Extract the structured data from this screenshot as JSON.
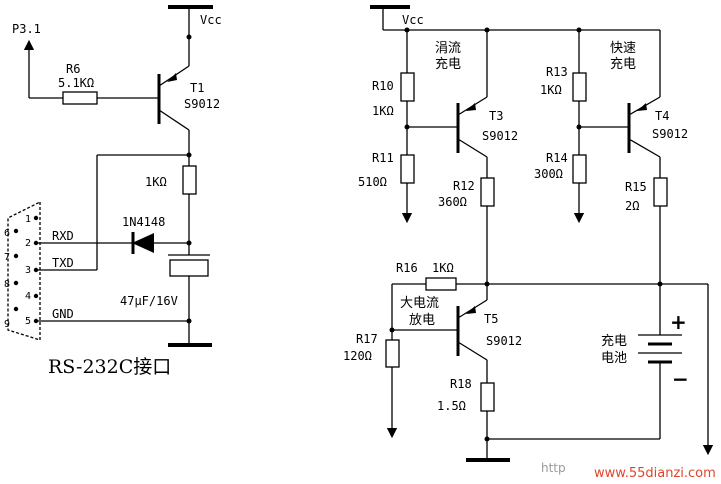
{
  "left": {
    "p31": "P3.1",
    "r6": "R6",
    "r6_val": "5.1KΩ",
    "t1": "T1",
    "t1_type": "S9012",
    "vcc": "Vcc",
    "r_1k": "1KΩ",
    "diode": "1N4148",
    "cap": "47μF/16V",
    "rxd": "RXD",
    "txd": "TXD",
    "gnd": "GND",
    "pins": [
      "1",
      "6",
      "2",
      "7",
      "3",
      "8",
      "4",
      "9",
      "5"
    ],
    "title": "RS-232C接口"
  },
  "right": {
    "vcc": "Vcc",
    "trickle_1": "涓流",
    "trickle_2": "充电",
    "fast_1": "快速",
    "fast_2": "充电",
    "r10": "R10",
    "r10_val": "1KΩ",
    "r11": "R11",
    "r11_val": "510Ω",
    "r12": "R12",
    "r12_val": "360Ω",
    "t3": "T3",
    "t3_type": "S9012",
    "r13": "R13",
    "r13_val": "1KΩ",
    "r14": "R14",
    "r14_val": "300Ω",
    "r15": "R15",
    "r15_val": "2Ω",
    "t4": "T4",
    "t4_type": "S9012",
    "r16": "R16",
    "r16_val": "1KΩ",
    "discharge_1": "大电流",
    "discharge_2": "放电",
    "t5": "T5",
    "t5_type": "S9012",
    "r17": "R17",
    "r17_val": "120Ω",
    "r18": "R18",
    "r18_val": "1.5Ω",
    "battery_1": "充电",
    "battery_2": "电池",
    "plus": "+",
    "minus": "−"
  },
  "watermark": {
    "http": "http",
    "site": "www.55dianzi.com"
  }
}
